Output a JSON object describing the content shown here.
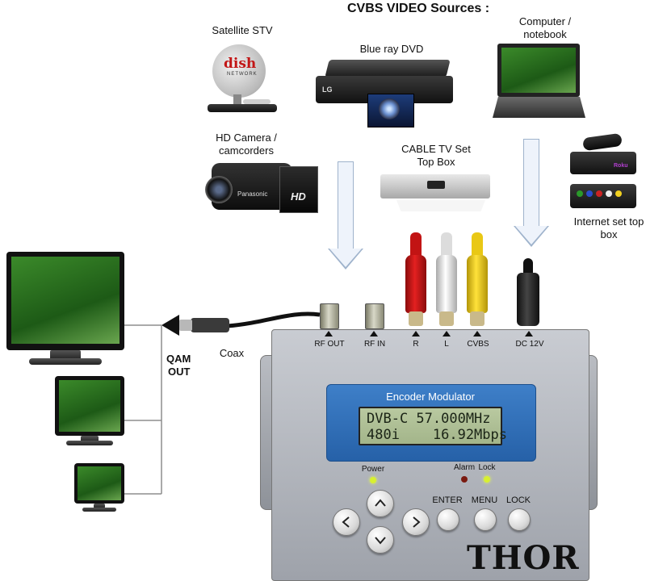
{
  "title": "CVBS VIDEO Sources :",
  "sources": {
    "satellite": "Satellite STV",
    "satellite_brand": "dish",
    "satellite_brand_sub": "NETWORK",
    "bluray": "Blue ray DVD",
    "bluray_brand": "LG",
    "computer_line1": "Computer /",
    "computer_line2": "notebook",
    "camera_line1": "HD Camera /",
    "camera_line2": "camcorders",
    "camera_brand": "Panasonic",
    "camera_badge": "HD",
    "cable_line1": "CABLE TV Set",
    "cable_line2": "Top Box",
    "internet_line1": "Internet set top",
    "internet_line2": "box",
    "internet_brand": "Roku"
  },
  "ports": {
    "rf_out": "RF OUT",
    "rf_in": "RF IN",
    "r": "R",
    "l": "L",
    "cvbs": "CVBS",
    "dc": "DC 12V"
  },
  "labels": {
    "coax": "Coax",
    "qam_line1": "QAM",
    "qam_line2": "OUT"
  },
  "device": {
    "name": "Encoder Modulator",
    "lcd_line1": "DVB-C 57.000MHz",
    "lcd_line2": "480i    16.92Mbps",
    "power_label": "Power",
    "alarm_label": "Alarm",
    "lock_label": "Lock",
    "enter_label": "ENTER",
    "menu_label": "MENU",
    "lock_button_label": "LOCK",
    "brand": "THOR"
  },
  "colors": {
    "panel_blue": "#2f6db6",
    "led_power": "#d8f030",
    "led_alarm": "#7a1a10",
    "led_lock": "#d8f030",
    "rca_red": "#d01818",
    "rca_white": "#eeeeee",
    "rca_yellow": "#f2d21a"
  }
}
